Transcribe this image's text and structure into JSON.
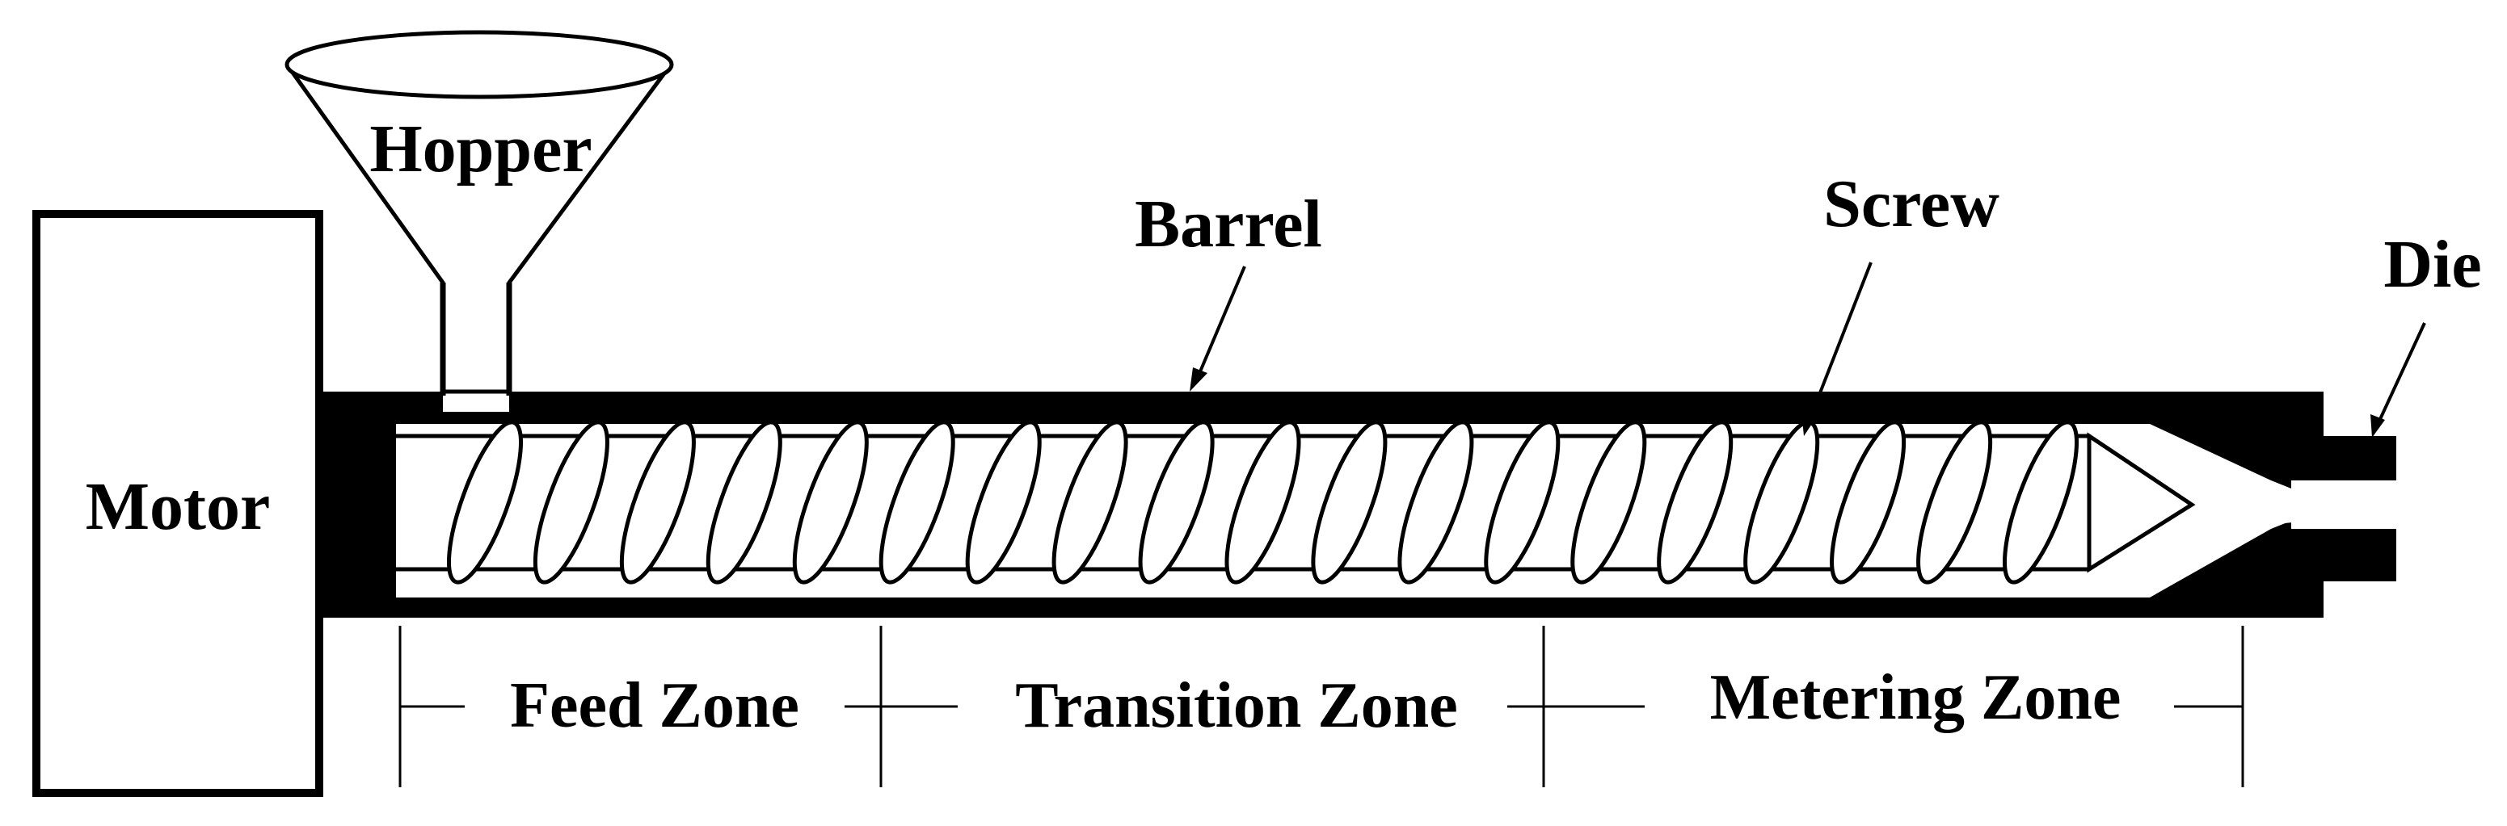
{
  "labels": {
    "hopper": "Hopper",
    "motor": "Motor",
    "barrel": "Barrel",
    "screw": "Screw",
    "die": "Die"
  },
  "zones": [
    {
      "label": "Feed Zone"
    },
    {
      "label": "Transition Zone"
    },
    {
      "label": "Metering Zone"
    }
  ],
  "screw_flight_count": 19,
  "colors": {
    "ink": "#000000",
    "background": "#ffffff"
  }
}
